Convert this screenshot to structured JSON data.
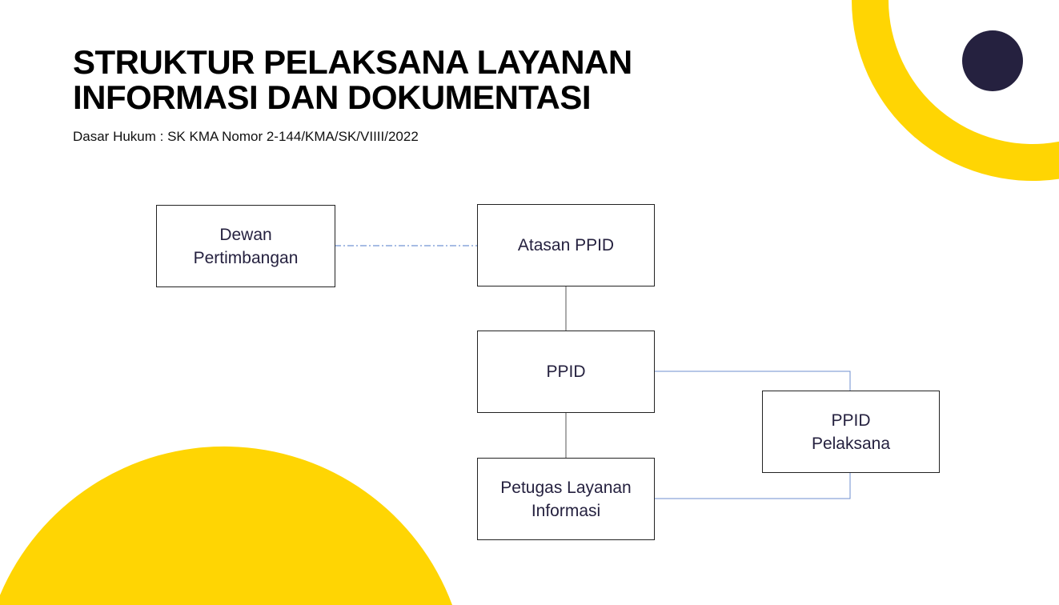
{
  "header": {
    "title_line1": "STRUKTUR PELAKSANA LAYANAN",
    "title_line2": "INFORMASI DAN DOKUMENTASI",
    "subtitle": "Dasar Hukum : SK KMA Nomor 2-144/KMA/SK/VIIII/2022"
  },
  "nodes": {
    "dewan": "Dewan Pertimbangan",
    "atasan": "Atasan PPID",
    "ppid": "PPID",
    "petugas": "Petugas Layanan Informasi",
    "pelaksana": "PPID Pelaksana"
  },
  "colors": {
    "yellow": "#FFD503",
    "navy": "#25213F",
    "connector": "#6f8fcf"
  }
}
